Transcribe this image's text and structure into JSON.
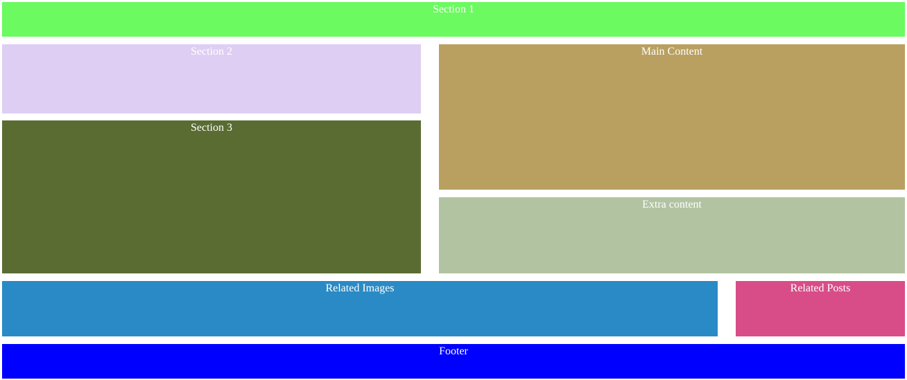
{
  "sections": {
    "section1": {
      "label": "Section 1",
      "color": "#6bfa5f"
    },
    "section2": {
      "label": "Section 2",
      "color": "#dfcef3"
    },
    "section3": {
      "label": "Section 3",
      "color": "#5a6c32"
    },
    "main_content": {
      "label": "Main Content",
      "color": "#b9a061"
    },
    "extra_content": {
      "label": "Extra content",
      "color": "#b2c3a1"
    },
    "related_images": {
      "label": "Related Images",
      "color": "#2a8ac5"
    },
    "related_posts": {
      "label": "Related Posts",
      "color": "#d84d88"
    },
    "footer": {
      "label": "Footer",
      "color": "#0000ff"
    }
  }
}
